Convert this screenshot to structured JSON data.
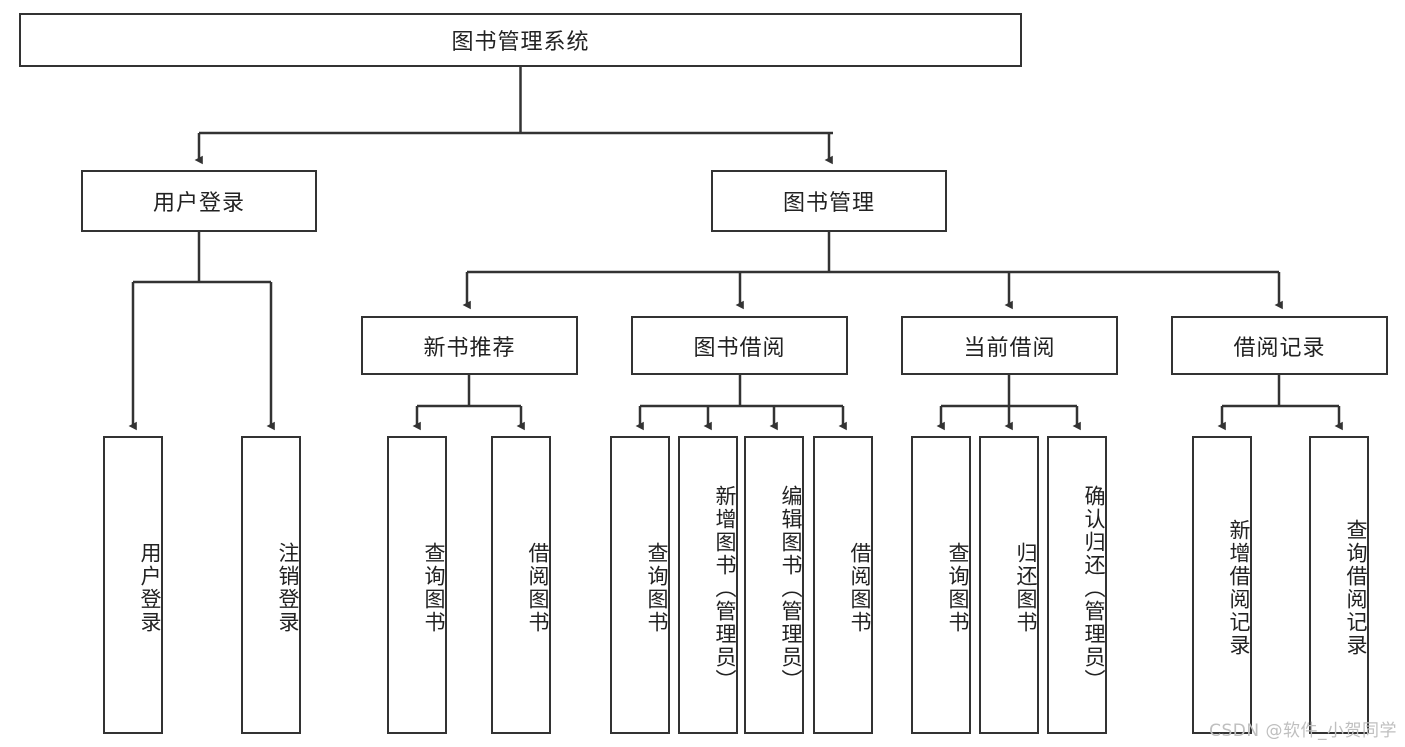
{
  "diagram": {
    "title_node": {
      "label": "图书管理系统"
    },
    "level2": [
      {
        "id": "user-login",
        "label": "用户登录"
      },
      {
        "id": "book-management",
        "label": "图书管理"
      }
    ],
    "level3": [
      {
        "id": "new-book-recommend",
        "label": "新书推荐"
      },
      {
        "id": "book-borrow",
        "label": "图书借阅"
      },
      {
        "id": "current-borrow",
        "label": "当前借阅"
      },
      {
        "id": "borrow-record",
        "label": "借阅记录"
      }
    ],
    "leaves": {
      "user_login": [
        {
          "id": "leaf-user-login",
          "label": "用户登录"
        },
        {
          "id": "leaf-logout-login",
          "label": "注销登录"
        }
      ],
      "new_book_recommend": [
        {
          "id": "leaf-query-book-1",
          "label": "查询图书"
        },
        {
          "id": "leaf-borrow-book-1",
          "label": "借阅图书"
        }
      ],
      "book_borrow": [
        {
          "id": "leaf-query-book-2",
          "label": "查询图书"
        },
        {
          "id": "leaf-add-book",
          "label": "新增图书（管理员）"
        },
        {
          "id": "leaf-edit-book",
          "label": "编辑图书（管理员）"
        },
        {
          "id": "leaf-borrow-book-2",
          "label": "借阅图书"
        }
      ],
      "current_borrow": [
        {
          "id": "leaf-query-book-3",
          "label": "查询图书"
        },
        {
          "id": "leaf-return-book",
          "label": "归还图书"
        },
        {
          "id": "leaf-confirm-return",
          "label": "确认归还（管理员）"
        }
      ],
      "borrow_record": [
        {
          "id": "leaf-add-record",
          "label": "新增借阅记录"
        },
        {
          "id": "leaf-query-record",
          "label": "查询借阅记录"
        }
      ]
    },
    "watermark": "CSDN @软件_小贺同学",
    "colors": {
      "border": "#333333",
      "background": "#ffffff",
      "text": "#222222",
      "watermark": "#bfbfbf"
    }
  }
}
